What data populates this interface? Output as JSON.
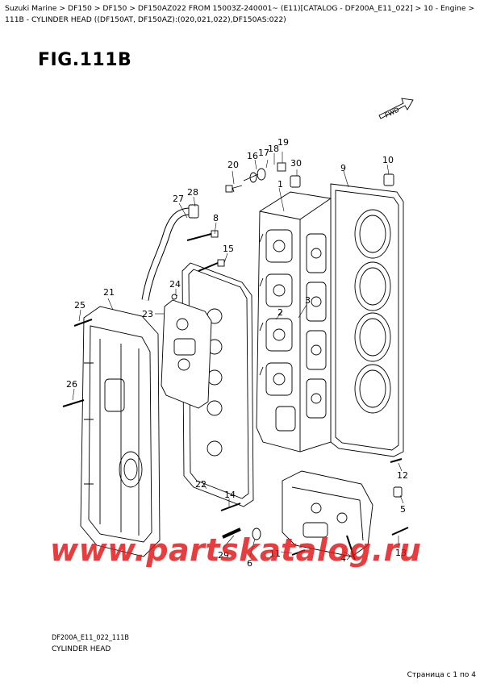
{
  "breadcrumb": "Suzuki Marine > DF150 > DF150 > DF150AZ022 FROM 15003Z-240001~ (E11)[CATALOG - DF200A_E11_022] > 10 - Engine > 111B - CYLINDER HEAD ((DF150AT, DF150AZ):(020,021,022),DF150AS:022)",
  "figure_title": "FIG.111B",
  "fwd_label": "FWD",
  "callouts": {
    "c1": "1",
    "c2": "2",
    "c3": "3",
    "c4": "4",
    "c5": "5",
    "c6": "6",
    "c8": "8",
    "c9": "9",
    "c10": "10",
    "c11": "11",
    "c12": "12",
    "c13": "13",
    "c14": "14",
    "c15": "15",
    "c16": "16",
    "c17": "17",
    "c18": "18",
    "c19": "19",
    "c20": "20",
    "c21": "21",
    "c22": "22",
    "c23": "23",
    "c24": "24",
    "c25": "25",
    "c26": "26",
    "c27": "27",
    "c28": "28",
    "c29": "29",
    "c30": "30"
  },
  "footer_code": "DF200A_E11_022_111B",
  "footer_name": "CYLINDER HEAD",
  "watermark": "www.partskatalog.ru",
  "page_info": "Страница с 1 по 4"
}
